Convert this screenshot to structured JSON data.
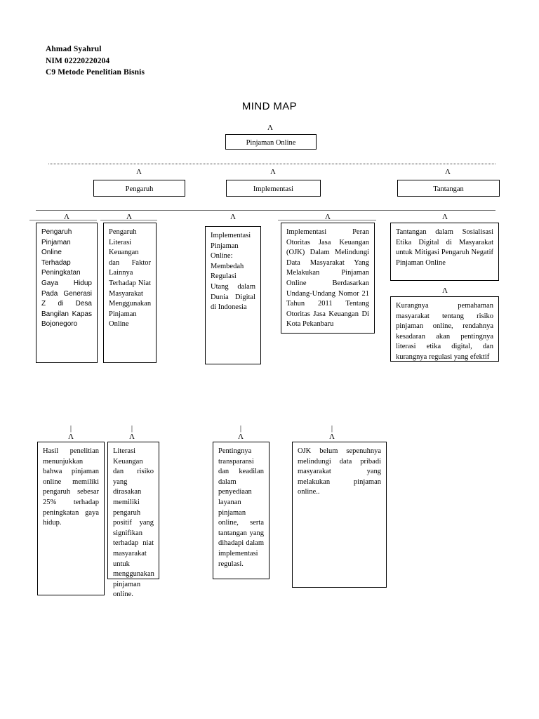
{
  "header": {
    "name": "Ahmad Syahrul",
    "nim": "NIM 02220220204",
    "course": "C9 Metode Penelitian Bisnis"
  },
  "title": "MIND MAP",
  "root": {
    "label": "Pinjaman Online"
  },
  "branches": [
    {
      "label": "Pengaruh"
    },
    {
      "label": "Implementasi"
    },
    {
      "label": "Tantangan"
    }
  ],
  "topics": [
    {
      "text": "Pengaruh Pinjaman Online Terhadap Peningkatan Gaya Hidup Pada Generasi Z di Desa Bangilan Kapas Bojonegoro"
    },
    {
      "text": "Pengaruh Literasi Keuangan dan Faktor Lainnya Terhadap Niat Masyarakat Menggunakan Pinjaman Online"
    },
    {
      "text": "Implementasi Pinjaman Online: Membedah Regulasi Utang dalam Dunia Digital di Indonesia"
    },
    {
      "text": "Implementasi Peran Otoritas Jasa Keuangan (OJK) Dalam Melindungi Data Masyarakat Yang Melakukan Pinjaman Online Berdasarkan Undang-Undang Nomor 21 Tahun 2011 Tentang Otoritas Jasa Keuangan Di Kota Pekanbaru"
    },
    {
      "text": "Tantangan dalam Sosialisasi Etika Digital di Masyarakat untuk Mitigasi Pengaruh Negatif Pinjaman Online"
    },
    {
      "text": "Kurangnya pemahaman masyarakat tentang risiko pinjaman online, rendahnya kesadaran akan pentingnya literasi etika digital, dan kurangnya regulasi yang efektif"
    }
  ],
  "findings": [
    {
      "text": "Hasil penelitian menunjukkan bahwa pinjaman online memiliki pengaruh sebesar 25% terhadap peningkatan gaya hidup."
    },
    {
      "text": "Literasi Keuangan dan risiko yang dirasakan memiliki pengaruh positif yang signifikan terhadap niat masyarakat untuk menggunakan pinjaman online."
    },
    {
      "text": "Pentingnya transparansi dan keadilan dalam penyediaan layanan pinjaman online, serta tantangan yang dihadapi dalam implementasi regulasi."
    },
    {
      "text": "OJK belum sepenuhnya melindungi data pribadi masyarakat yang melakukan pinjaman online.."
    }
  ],
  "connectors": {
    "caret": "Λ",
    "tick": "|"
  },
  "colors": {
    "box_border": "#000000",
    "line": "#555555",
    "text": "#000000",
    "background": "#ffffff"
  }
}
